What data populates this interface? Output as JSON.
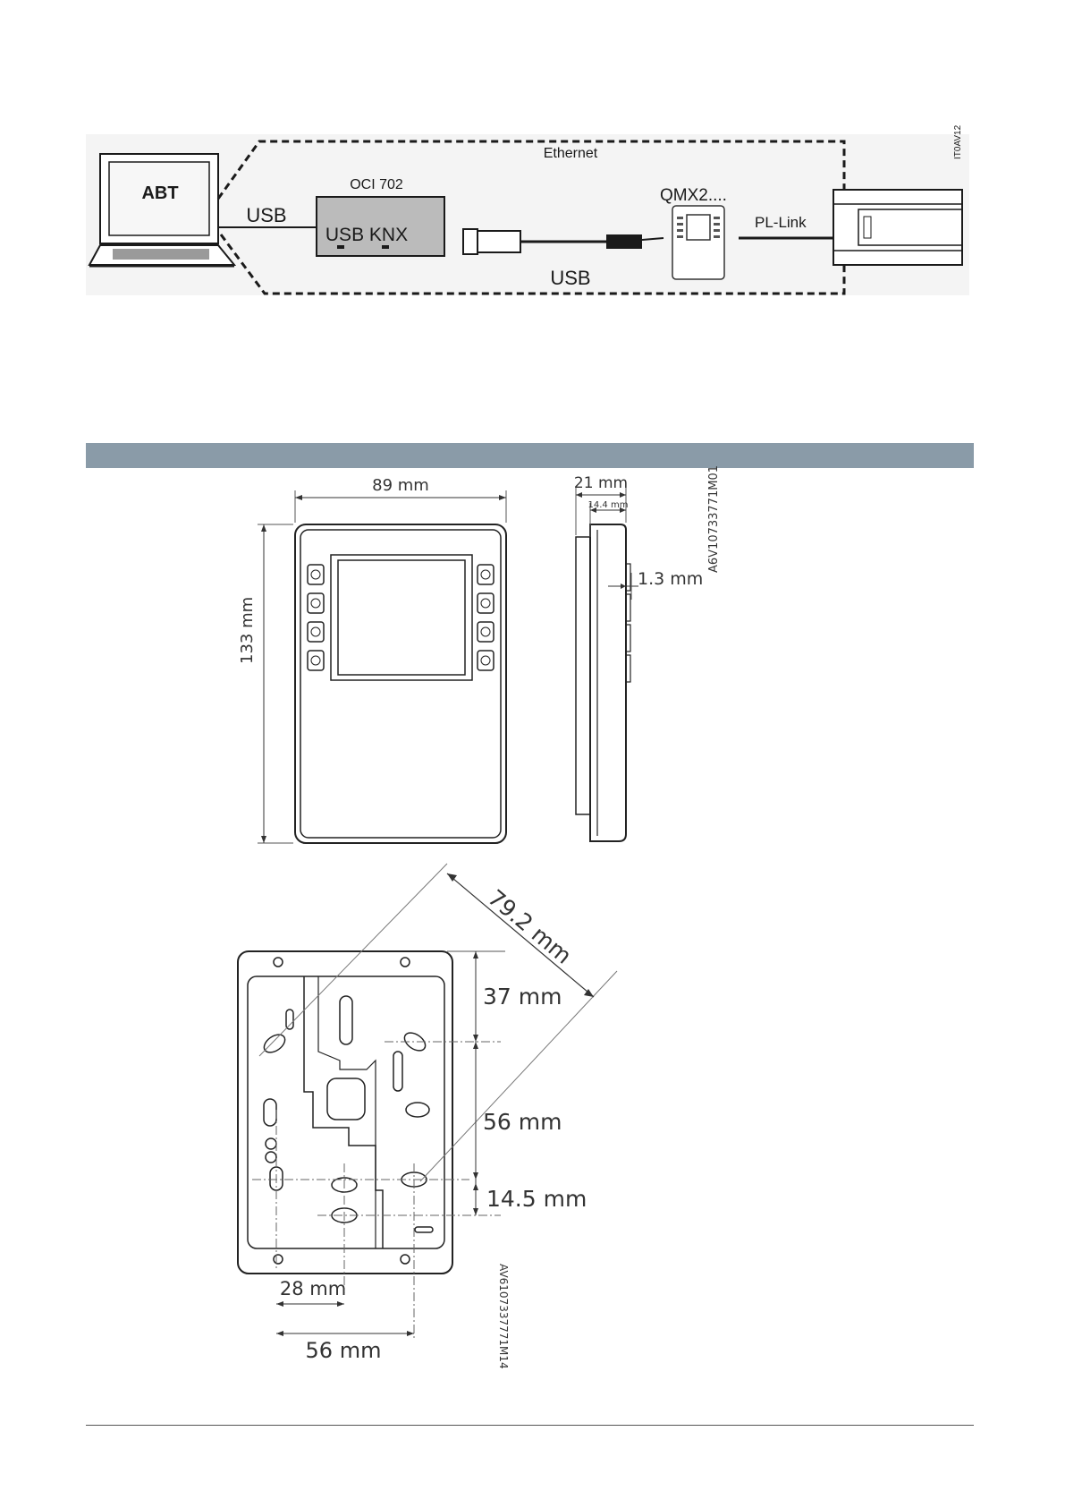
{
  "topology": {
    "laptop_label": "ABT",
    "usb_label_1": "USB",
    "usb_label_2": "USB",
    "interface_name": "OCI 702",
    "interface_ports": "USB KNX",
    "ethernet_label": "Ethernet",
    "device_name": "QMX2....",
    "bus_label": "PL-Link",
    "drawing_code": "IT0AV12"
  },
  "dimensions_front": {
    "width": "89 mm",
    "height": "133 mm"
  },
  "dimensions_side": {
    "depth": "21 mm",
    "depth_inner": "14.4 mm",
    "step": "1.3 mm",
    "drawing_code": "A6V10733771M01"
  },
  "dimensions_back": {
    "diagonal": "79.2 mm",
    "v_top": "37 mm",
    "v_mid": "56 mm",
    "v_bottom": "14.5 mm",
    "h_small": "28 mm",
    "h_large": "56 mm",
    "drawing_code": "AV6107337771M14"
  }
}
